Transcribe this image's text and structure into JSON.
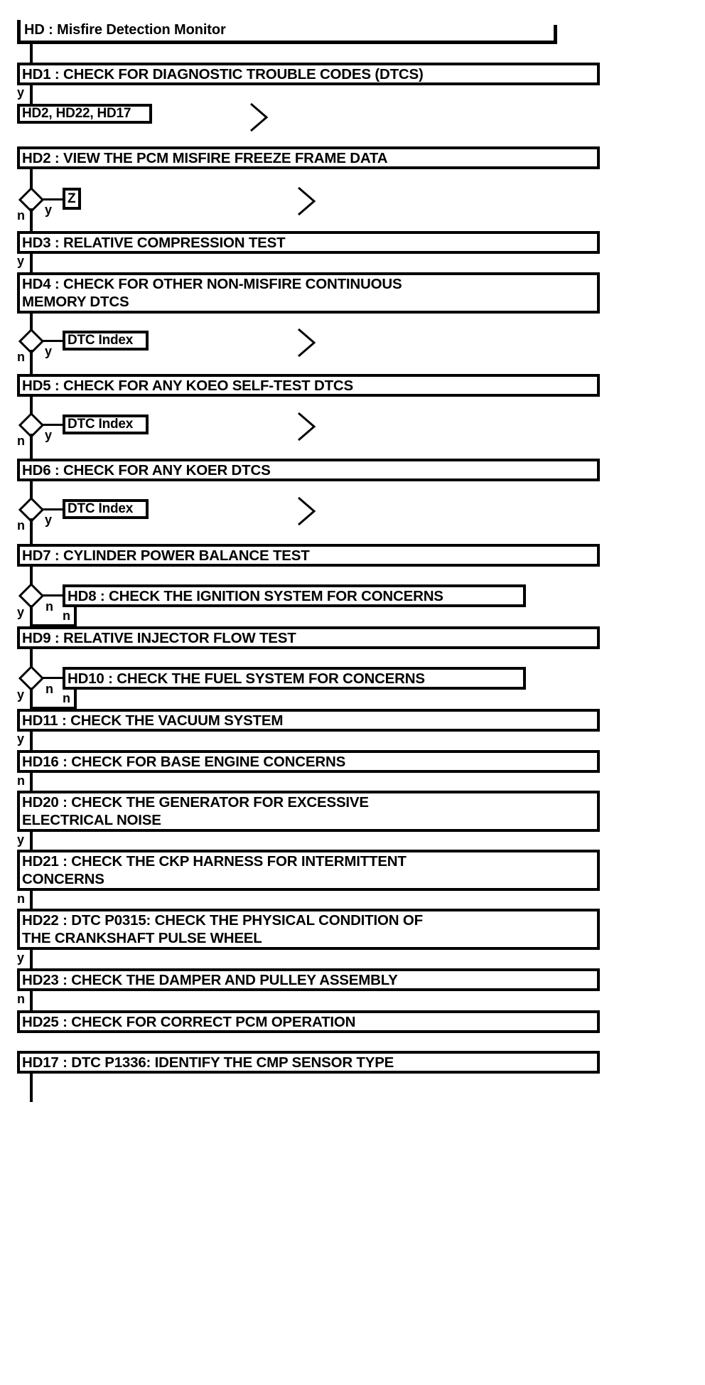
{
  "diagram": {
    "title": "HD : Misfire Detection Monitor",
    "type": "flowchart",
    "branch_labels": {
      "yes": "y",
      "no": "n"
    },
    "colors": {
      "line": "#000000",
      "background": "#ffffff",
      "text": "#000000"
    },
    "steps": [
      {
        "id": "HD1",
        "label": "HD1 : CHECK FOR DIAGNOSTIC TROUBLE CODES (DTCS)"
      },
      {
        "id": "HD2",
        "label": "HD2 : VIEW THE PCM MISFIRE FREEZE FRAME DATA"
      },
      {
        "id": "HD3",
        "label": "HD3 : RELATIVE COMPRESSION TEST"
      },
      {
        "id": "HD4",
        "label": "HD4 : CHECK FOR OTHER NON-MISFIRE CONTINUOUS\nMEMORY DTCS"
      },
      {
        "id": "HD5",
        "label": "HD5 : CHECK FOR ANY KOEO SELF-TEST DTCS"
      },
      {
        "id": "HD6",
        "label": "HD6 : CHECK FOR ANY KOER DTCS"
      },
      {
        "id": "HD7",
        "label": "HD7 : CYLINDER POWER BALANCE TEST"
      },
      {
        "id": "HD8",
        "label": "HD8 : CHECK THE IGNITION SYSTEM FOR CONCERNS"
      },
      {
        "id": "HD9",
        "label": "HD9 : RELATIVE INJECTOR FLOW TEST"
      },
      {
        "id": "HD10",
        "label": "HD10 : CHECK THE FUEL SYSTEM FOR CONCERNS"
      },
      {
        "id": "HD11",
        "label": "HD11 : CHECK THE VACUUM SYSTEM"
      },
      {
        "id": "HD16",
        "label": "HD16 : CHECK FOR BASE ENGINE CONCERNS"
      },
      {
        "id": "HD20",
        "label": "HD20 : CHECK THE GENERATOR FOR EXCESSIVE\nELECTRICAL NOISE"
      },
      {
        "id": "HD21",
        "label": "HD21 : CHECK THE CKP HARNESS FOR INTERMITTENT\nCONCERNS"
      },
      {
        "id": "HD22",
        "label": "HD22 : DTC P0315: CHECK THE PHYSICAL CONDITION OF\nTHE CRANKSHAFT PULSE WHEEL"
      },
      {
        "id": "HD23",
        "label": "HD23 : CHECK THE DAMPER AND PULLEY ASSEMBLY"
      },
      {
        "id": "HD25",
        "label": "HD25 : CHECK FOR CORRECT PCM OPERATION"
      },
      {
        "id": "HD17",
        "label": "HD17 : DTC P1336: IDENTIFY THE CMP SENSOR TYPE"
      }
    ],
    "references": [
      {
        "id": "ref-hd2-hd22-hd17",
        "label": "HD2, HD22, HD17"
      },
      {
        "id": "ref-z",
        "label": "Z"
      },
      {
        "id": "ref-dtc-index-1",
        "label": "DTC Index"
      },
      {
        "id": "ref-dtc-index-2",
        "label": "DTC Index"
      },
      {
        "id": "ref-dtc-index-3",
        "label": "DTC Index"
      }
    ],
    "edge_labels": [
      {
        "from": "HD1",
        "label": "y"
      },
      {
        "from": "HD2",
        "label": "n"
      },
      {
        "from": "HD2",
        "label": "y"
      },
      {
        "from": "HD3",
        "label": "y"
      },
      {
        "from": "HD4",
        "label": "n"
      },
      {
        "from": "HD4",
        "label": "y"
      },
      {
        "from": "HD5",
        "label": "n"
      },
      {
        "from": "HD5",
        "label": "y"
      },
      {
        "from": "HD6",
        "label": "n"
      },
      {
        "from": "HD6",
        "label": "y"
      },
      {
        "from": "HD7",
        "label": "y"
      },
      {
        "from": "HD7",
        "label": "n"
      },
      {
        "from": "HD8",
        "label": "n"
      },
      {
        "from": "HD9",
        "label": "y"
      },
      {
        "from": "HD9",
        "label": "n"
      },
      {
        "from": "HD10",
        "label": "n"
      },
      {
        "from": "HD11",
        "label": "y"
      },
      {
        "from": "HD16",
        "label": "n"
      },
      {
        "from": "HD20",
        "label": "y"
      },
      {
        "from": "HD21",
        "label": "n"
      },
      {
        "from": "HD22",
        "label": "y"
      },
      {
        "from": "HD23",
        "label": "n"
      }
    ],
    "offpage_connectors": [
      {
        "id": "offpage-1",
        "glyph": ">"
      },
      {
        "id": "offpage-2",
        "glyph": ">"
      },
      {
        "id": "offpage-3",
        "glyph": ">"
      },
      {
        "id": "offpage-4",
        "glyph": ">"
      },
      {
        "id": "offpage-5",
        "glyph": ">"
      }
    ]
  }
}
